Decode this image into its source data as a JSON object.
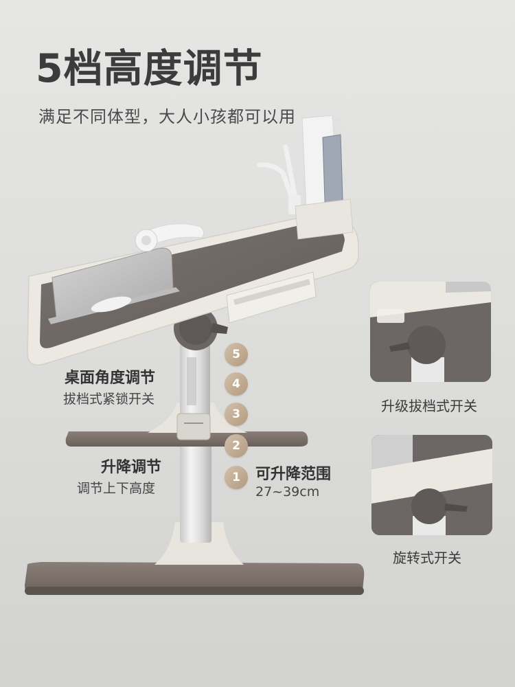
{
  "header": {
    "title": "5档高度调节",
    "subtitle": "满足不同体型，大人小孩都可以用"
  },
  "annotations": {
    "tilt": {
      "title": "桌面角度调节",
      "desc": "拔档式紧锁开关"
    },
    "lift": {
      "title": "升降调节",
      "desc": "调节上下高度"
    },
    "range": {
      "title": "可升降范围",
      "value": "27~39cm"
    }
  },
  "levels": [
    "5",
    "4",
    "3",
    "2",
    "1"
  ],
  "details": [
    {
      "caption": "升级拔档式开关"
    },
    {
      "caption": "旋转式开关"
    }
  ],
  "colors": {
    "desktop": "#6f6966",
    "frame": "#ece9e3",
    "base": "#7d716c",
    "badge": "#c4ad95"
  }
}
